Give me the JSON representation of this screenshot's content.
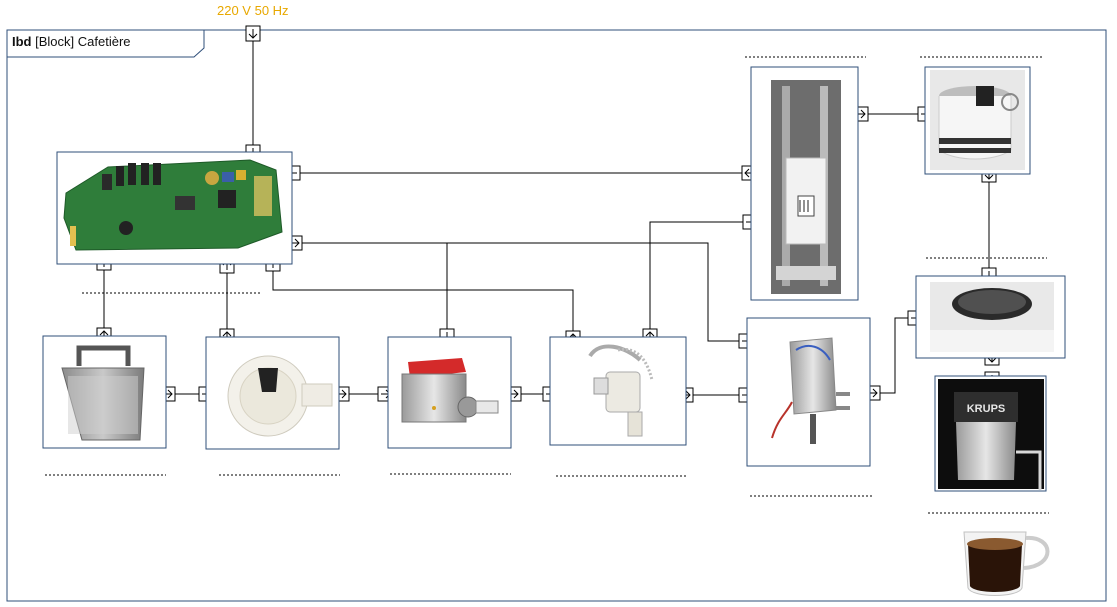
{
  "frame": {
    "kind": "Ibd",
    "block": "[Block] Cafetière"
  },
  "power_input": {
    "label": "220 V 50 Hz",
    "color": "#e8a800"
  },
  "colors": {
    "frame_border": "#2f4f7a",
    "line": "#000000",
    "pcb_green": "#2f7d3a",
    "pump_red": "#d42a2a",
    "coffee": "#2a1408"
  },
  "parts": [
    {
      "id": "control-board",
      "icon": "pcb-board-icon"
    },
    {
      "id": "water-tank",
      "icon": "water-tank-icon"
    },
    {
      "id": "flow-meter",
      "icon": "flow-meter-icon"
    },
    {
      "id": "pump",
      "icon": "pump-icon"
    },
    {
      "id": "valve",
      "icon": "valve-icon"
    },
    {
      "id": "heater",
      "icon": "heater-icon"
    },
    {
      "id": "brew-unit",
      "icon": "brew-unit-icon"
    },
    {
      "id": "piston",
      "icon": "piston-icon"
    },
    {
      "id": "brew-chamber",
      "icon": "brew-chamber-icon"
    },
    {
      "id": "spout",
      "icon": "krups-spout-icon",
      "brand_text": "KRUPS"
    },
    {
      "id": "coffee-cup",
      "icon": "coffee-cup-icon"
    }
  ]
}
